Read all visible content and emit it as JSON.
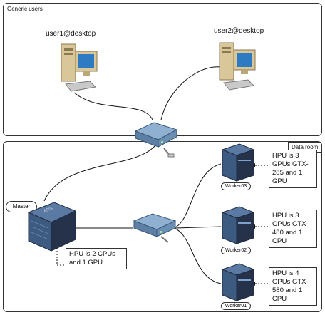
{
  "zones": {
    "generic_users": "Generic users",
    "data_room": "Data room"
  },
  "users": {
    "user1": "user1@desktop",
    "user2": "user2@desktop"
  },
  "master": {
    "label": "Master",
    "note": "HPU is 2 CPUs and 1 GPU"
  },
  "workers": [
    {
      "label": "Worker03",
      "note": "HPU is 3 GPUs GTX-285 and 1 GPU"
    },
    {
      "label": "Worker02",
      "note": "HPU is 3 GPUs GTX-480 and 1 CPU"
    },
    {
      "label": "Worker01",
      "note": "HPU is 4 GPUs GTX-580 and 1 CPU"
    }
  ],
  "icons": [
    "desktop-computer-icon",
    "network-switch-icon",
    "server-icon"
  ],
  "colors": {
    "server_body": "#3d5a80",
    "server_dark": "#26324a",
    "switch_body": "#6b8fb3",
    "pc_beige": "#d9c79a",
    "pc_screen": "#2e7bc4"
  }
}
